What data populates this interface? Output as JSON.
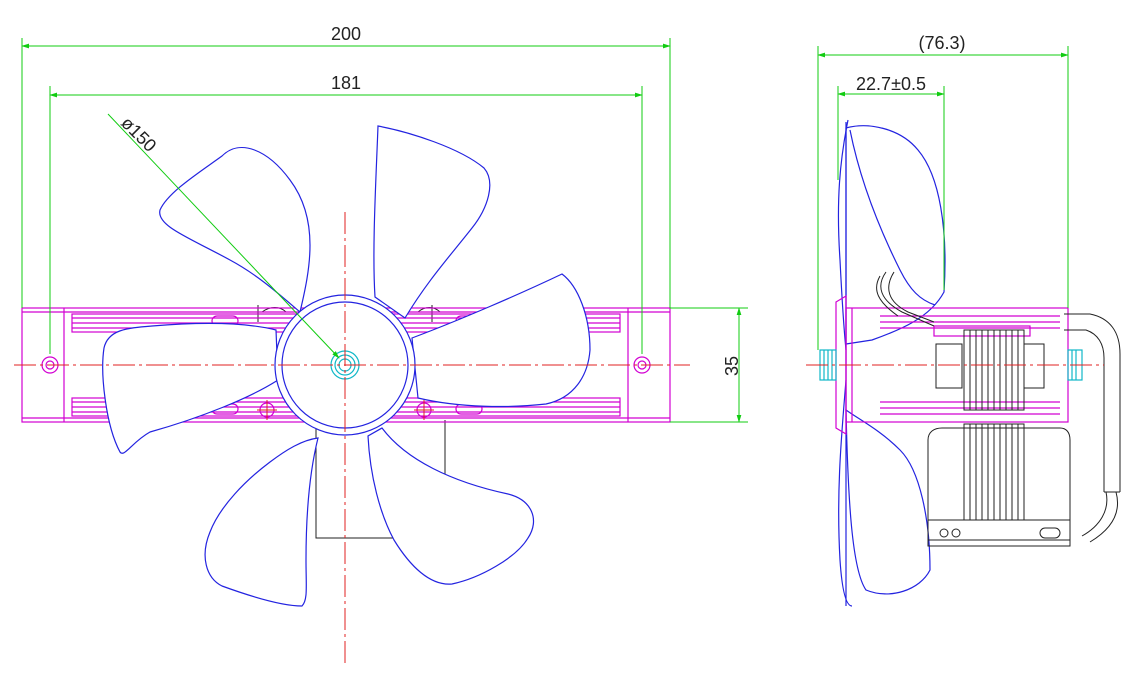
{
  "drawing": {
    "dimensions": {
      "overall_width": "200",
      "mount_hole_spacing": "181",
      "fan_diameter": "ø150",
      "bracket_height": "35",
      "overall_depth": "(76.3)",
      "blade_offset": "22.7±0.5"
    },
    "colors": {
      "outline": "#2323e0",
      "bracket": "#d200d2",
      "dimension_lines": "#11cc11",
      "center_lines": "#e02020",
      "shaft": "#10b8c8",
      "text": "#222222"
    }
  }
}
